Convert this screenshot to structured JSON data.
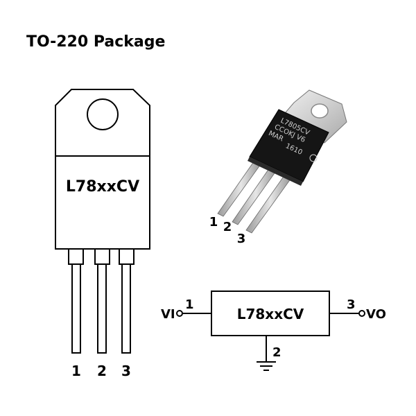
{
  "title": "TO-220 Package",
  "outline": {
    "part_label": "L78xxCV",
    "pins": [
      "1",
      "2",
      "3"
    ]
  },
  "photo": {
    "marking_lines": [
      "L7805CV",
      "CCOKJ  V6",
      "MAR",
      "1610"
    ],
    "pins": [
      "1",
      "2",
      "3"
    ]
  },
  "schematic": {
    "part_label": "L78xxCV",
    "input_label": "VI",
    "output_label": "VO",
    "input_pin": "1",
    "output_pin": "3",
    "ground_pin": "2"
  }
}
